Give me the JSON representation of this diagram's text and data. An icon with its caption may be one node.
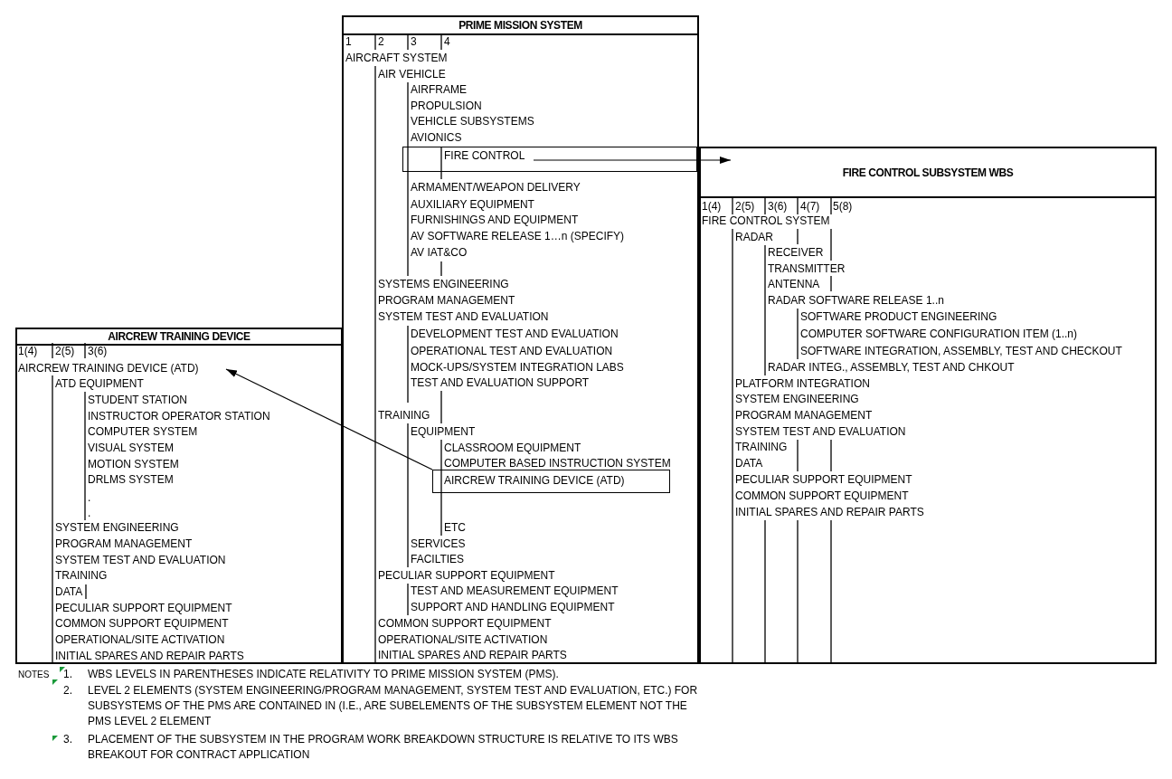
{
  "diagram": {
    "nodes": [
      {
        "text": [
          "PRIME MISSION SYSTEM",
          "1",
          "2",
          "3",
          "4",
          "AIRCRAFT SYSTEM",
          "AIR VEHICLE",
          "AIRFRAME",
          "PROPULSION",
          "VEHICLE SUBSYSTEMS",
          "AVIONICS",
          "ARMAMENT/WEAPON DELIVERY",
          "AUXILIARY EQUIPMENT",
          "FURNISHINGS AND EQUIPMENT",
          "AV SOFTWARE RELEASE 1…n (SPECIFY)",
          "AV IAT&CO",
          "SYSTEMS ENGINEERING",
          "PROGRAM MANAGEMENT",
          "SYSTEM TEST AND EVALUATION",
          "DEVELOPMENT TEST AND EVALUATION",
          "OPERATIONAL TEST AND EVALUATION",
          "MOCK-UPS/SYSTEM INTEGRATION LABS",
          "TEST AND EVALUATION SUPPORT",
          "TRAINING",
          "EQUIPMENT",
          "CLASSROOM EQUIPMENT",
          "COMPUTER BASED INSTRUCTION SYSTEM",
          "ETC",
          "SERVICES",
          "FACILTIES",
          "PECULIAR SUPPORT EQUIPMENT",
          "TEST AND MEASUREMENT EQUIPMENT",
          "SUPPORT AND HANDLING EQUIPMENT",
          "COMMON SUPPORT EQUIPMENT",
          "OPERATIONAL/SITE ACTIVATION",
          "INITIAL SPARES AND REPAIR PARTS"
        ]
      },
      {
        "text": [
          "FIRE CONTROL"
        ],
        "in": 0
      },
      {
        "text": [
          "AIRCREW TRAINING DEVICE (ATD)"
        ],
        "in": 0
      },
      {
        "text": [
          "FIRE CONTROL SUBSYSTEM WBS",
          "1(4)",
          "2(5)",
          "3(6)",
          "4(7)",
          "5(8)",
          "FIRE CONTROL SYSTEM",
          "RADAR",
          "RECEIVER",
          "TRANSMITTER",
          "ANTENNA",
          "RADAR SOFTWARE RELEASE 1..n",
          "SOFTWARE PRODUCT ENGINEERING",
          "COMPUTER SOFTWARE CONFIGURATION ITEM (1..n)",
          "SOFTWARE INTEGRATION, ASSEMBLY, TEST AND CHECKOUT",
          "RADAR INTEG., ASSEMBLY, TEST AND CHKOUT",
          "PLATFORM INTEGRATION",
          "SYSTEM ENGINEERING",
          "PROGRAM MANAGEMENT",
          "SYSTEM TEST AND EVALUATION",
          "TRAINING",
          "DATA",
          "PECULIAR SUPPORT EQUIPMENT",
          "COMMON SUPPORT EQUIPMENT",
          "INITIAL SPARES AND REPAIR PARTS"
        ]
      },
      {
        "text": [
          "AIRCREW TRAINING DEVICE",
          "1(4)",
          "2(5)",
          "3(6)",
          "ATD EQUIPMENT",
          "STUDENT STATION",
          "INSTRUCTOR OPERATOR STATION",
          "COMPUTER SYSTEM",
          "VISUAL SYSTEM",
          "MOTION SYSTEM",
          "DRLMS SYSTEM",
          ".",
          ".",
          "SYSTEM ENGINEERING",
          "PROGRAM MANAGEMENT",
          "SYSTEM TEST AND EVALUATION",
          "TRAINING",
          "DATA",
          "PECULIAR SUPPORT EQUIPMENT",
          "COMMON SUPPORT EQUIPMENT",
          "OPERATIONAL/SITE ACTIVATION",
          "INITIAL SPARES AND REPAIR PARTS"
        ]
      },
      {
        "text": [
          "AIRCREW TRAINING DEVICE (ATD)"
        ],
        "in": 4
      }
    ],
    "edges": [
      {
        "from": 1,
        "to": 3,
        "arrow": "to"
      },
      {
        "from": 2,
        "to": 5,
        "arrow": "to"
      }
    ],
    "labels": [
      "NOTES",
      "1.",
      "WBS LEVELS IN PARENTHESES INDICATE RELATIVITY TO PRIME MISSION SYSTEM (PMS).",
      "2.",
      "LEVEL 2 ELEMENTS (SYSTEM ENGINEERING/PROGRAM MANAGEMENT, SYSTEM TEST AND EVALUATION, ETC.) FOR SUBSYSTEMS OF THE PMS ARE CONTAINED IN (I.E., ARE SUBELEMENTS OF THE SUBSYSTEM ELEMENT NOT THE PMS LEVEL 2 ELEMENT",
      "3.",
      "PLACEMENT OF THE SUBSYSTEM IN THE PROGRAM WORK BREAKDOWN STRUCTURE IS RELATIVE TO ITS WBS BREAKOUT FOR CONTRACT APPLICATION"
    ]
  }
}
